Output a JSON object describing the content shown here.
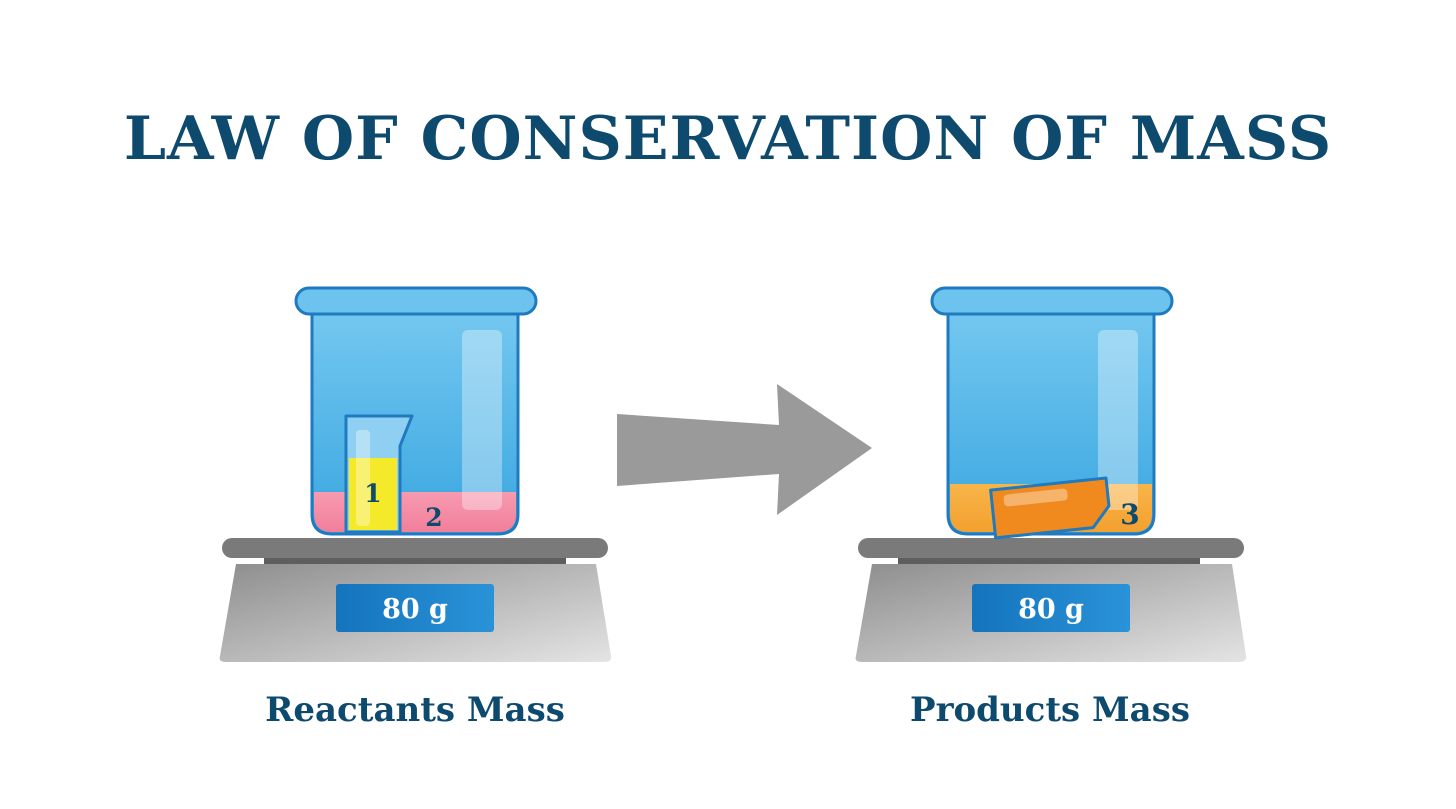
{
  "title": "LAW OF CONSERVATION OF MASS",
  "left": {
    "caption": "Reactants Mass",
    "scale_reading": "80 g",
    "label_small_beaker": "1",
    "label_liquid": "2"
  },
  "right": {
    "caption": "Products Mass",
    "scale_reading": "80 g",
    "label_product": "3"
  },
  "colors": {
    "title": "#0d4a6e",
    "beaker_glass": "#5bb8e8",
    "beaker_rim": "#3aa0da",
    "liquid_reactant_1": "#f4ea2a",
    "liquid_reactant_2": "#f58fa6",
    "liquid_product": "#f5a93b",
    "scale_body": "#a9a9a9",
    "scale_display": "#1a82c8",
    "arrow": "#9a9a9a"
  }
}
